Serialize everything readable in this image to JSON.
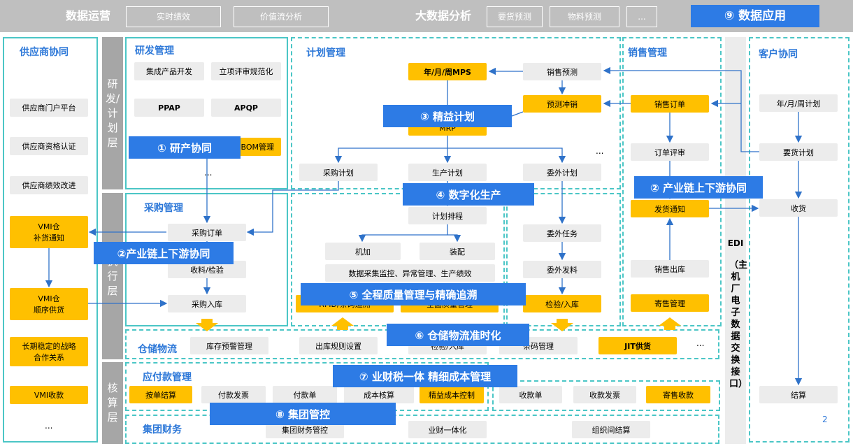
{
  "top": {
    "ops_title": "数据运营",
    "btn_realtime": "实时绩效",
    "btn_value": "价值流分析",
    "bigdata_title": "大数据分析",
    "btn_demand": "要货预测",
    "btn_material": "物料预测",
    "btn_more": "...",
    "app_banner": "⑨ 数据应用"
  },
  "supplier": {
    "title": "供应商协同",
    "portal": "供应商门户平台",
    "qualify": "供应商资格认证",
    "perf": "供应商绩效改进",
    "vmi_replenish_1": "VMI仓",
    "vmi_replenish_2": "补货通知",
    "vmi_seq_1": "VMI仓",
    "vmi_seq_2": "顺序供货",
    "strategic_1": "长期稳定的战略",
    "strategic_2": "合作关系",
    "vmi_receipt": "VMI收款",
    "more": "..."
  },
  "layers": {
    "rd_plan": "研发/计划层",
    "exec": "执行层",
    "accounting": "核算层"
  },
  "rd": {
    "title": "研发管理",
    "ipd": "集成产品开发",
    "approval": "立项评审规范化",
    "ppap": "PPAP",
    "apqp": "APQP",
    "bom": "BOM管理",
    "more": "..."
  },
  "plan": {
    "title": "计划管理",
    "mps": "年/月/周MPS",
    "sales_forecast": "销售预测",
    "forecast_offset": "预测冲销",
    "mrp": "MRP",
    "purchase_plan": "采购计划",
    "production_plan": "生产计划",
    "outsource_plan": "委外计划",
    "more": "..."
  },
  "sales": {
    "title": "销售管理",
    "order": "销售订单",
    "review": "订单评审",
    "ship_notice": "发货通知",
    "outbound": "销售出库",
    "consign": "寄售管理"
  },
  "customer": {
    "title": "客户协同",
    "plan": "年/月/周计划",
    "demand_plan": "要货计划",
    "receive": "收货",
    "settle": "结算"
  },
  "edi": {
    "label": "EDI",
    "desc": "（主机厂电子数据交换接口）"
  },
  "purchase": {
    "title": "采购管理",
    "order": "采购订单",
    "receive_inspect": "收料/检验",
    "inbound": "采购入库"
  },
  "production": {
    "scheduling": "计划排程",
    "machining": "机加",
    "assembly": "装配",
    "data_collection": "数据采集监控、异常管理、生产绩效",
    "hidden_left": "RFID/条码追溯",
    "hidden_right": "全面质量管理"
  },
  "outsource": {
    "task": "委外任务",
    "issue": "委外发料",
    "inspect": "检验/入库"
  },
  "warehouse": {
    "title": "仓储物流",
    "alert": "库存预警管理",
    "outbound_rules": "出库规则设置",
    "inspect_inbound": "检验/入库",
    "barcode": "条码管理",
    "jit": "JIT供货",
    "more": "..."
  },
  "payable": {
    "title": "应付款管理",
    "settle_by_bill": "按单结算",
    "invoice": "付款发票",
    "payment": "付款单",
    "cost_accounting": "成本核算",
    "fine_cost": "精益成本控制",
    "receipt": "收款单",
    "receipt_invoice": "收款发票",
    "consign_receipt": "寄售收款"
  },
  "group": {
    "title": "集团财务",
    "control": "集团财务管控",
    "integration": "业财一体化",
    "inter_org": "组织间结算"
  },
  "banners": {
    "b1": "① 研产协同",
    "b2a": "②产业链上下游协同",
    "b2b": "② 产业链上下游协同",
    "b3": "③ 精益计划",
    "b4": "④ 数字化生产",
    "b5": "⑤ 全程质量管理与精确追溯",
    "b6": "⑥ 仓储物流准时化",
    "b7": "⑦ 业财税一体  精细成本管理",
    "b8": "⑧ 集团管控"
  },
  "page_number": "2",
  "colors": {
    "blue": "#2d7be5",
    "teal": "#4bc6c6",
    "yellow": "#ffc000",
    "gray": "#ececec"
  }
}
